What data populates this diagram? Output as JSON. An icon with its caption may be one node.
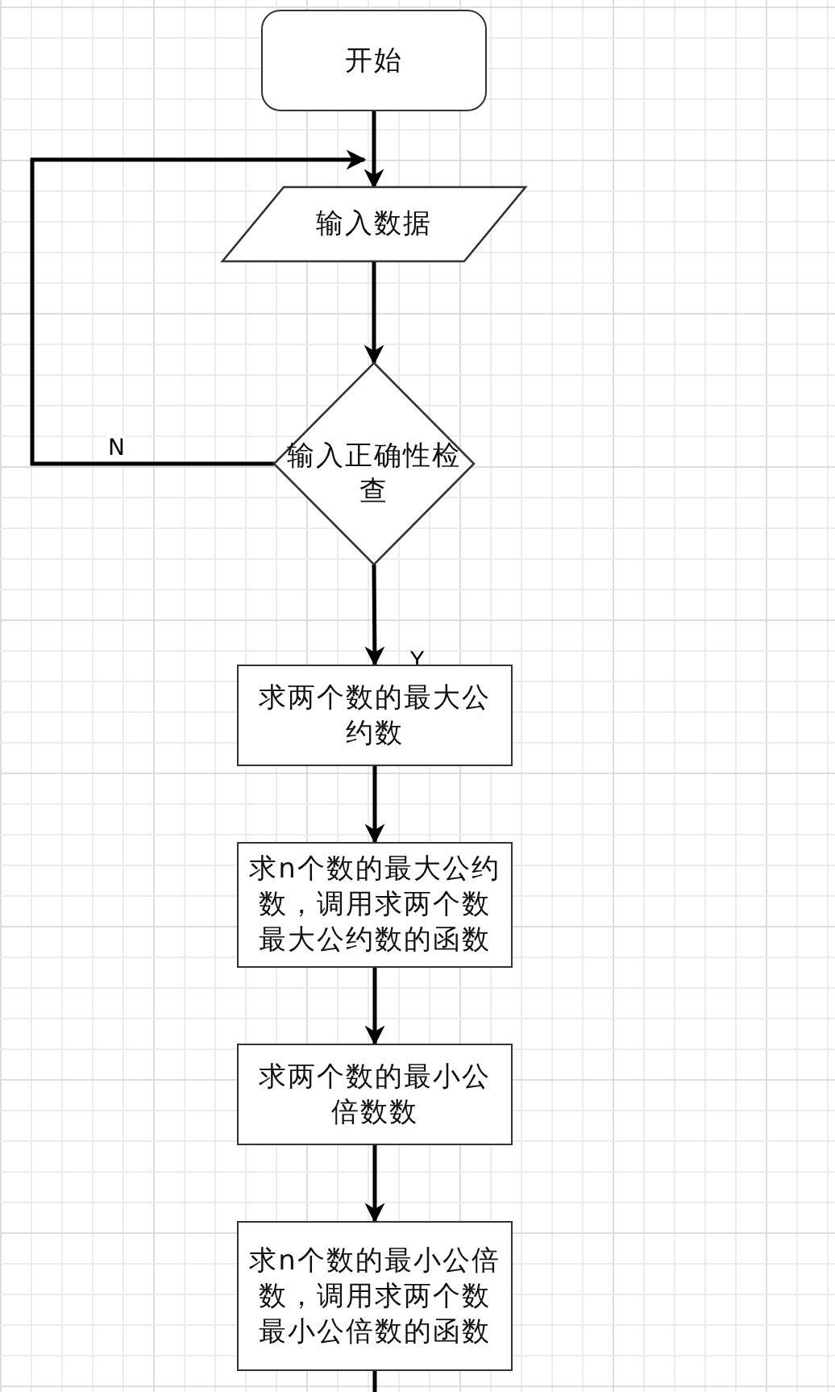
{
  "diagram": {
    "nodes": [
      {
        "text": [
          "开始"
        ]
      },
      {
        "text": [
          "输入数据"
        ]
      },
      {
        "text": [
          "输入正确性检查"
        ]
      },
      {
        "text": [
          "求两个数的最大公约数"
        ]
      },
      {
        "text": [
          "求n个数的最大公约数，调用求两个数最大公约数的函数"
        ]
      },
      {
        "text": [
          "求两个数的最小公倍数数"
        ]
      },
      {
        "text": [
          "求n个数的最小公倍数，调用求两个数最小公倍数的函数"
        ]
      }
    ],
    "edges": [
      {
        "from": 0,
        "to": 1,
        "arrow": "to"
      },
      {
        "from": 1,
        "to": 2,
        "arrow": "to"
      },
      {
        "from": 2,
        "to": 1,
        "arrow": "to",
        "label": "N"
      },
      {
        "from": 2,
        "to": 3,
        "arrow": "to",
        "label": "Y"
      },
      {
        "from": 3,
        "to": 4,
        "arrow": "to"
      },
      {
        "from": 4,
        "to": 5,
        "arrow": "to"
      },
      {
        "from": 5,
        "to": 6,
        "arrow": "to"
      },
      {
        "from": 6,
        "to": null,
        "arrow": "none"
      }
    ]
  }
}
